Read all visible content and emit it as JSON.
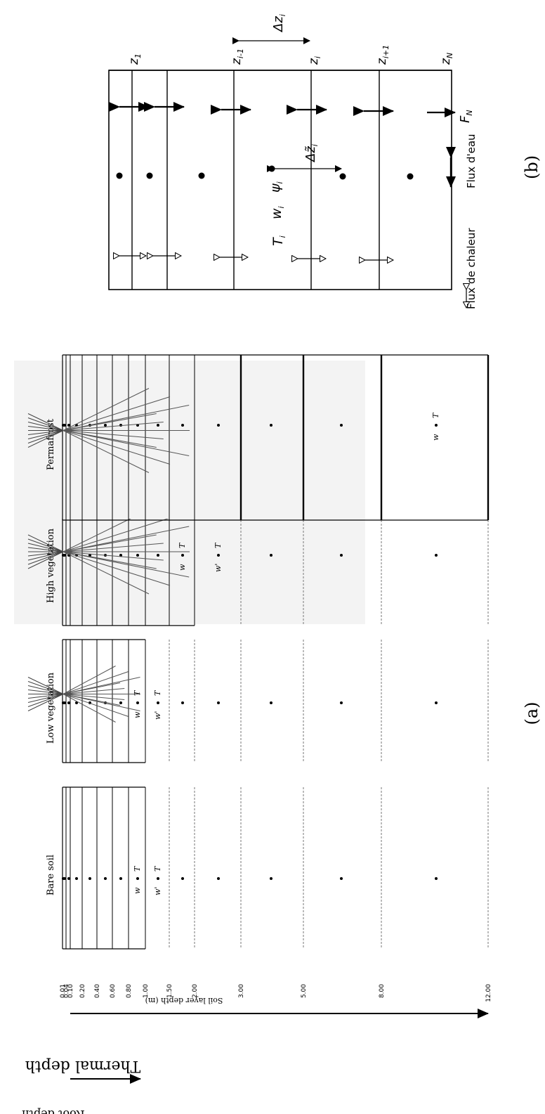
{
  "panel_a": {
    "caption": "(a)",
    "root_depth_label": "Root depth",
    "thermal_depth_label": "Thermal depth",
    "axis_title": "Soil layer depth (m)",
    "depth_ticks": [
      "0.01",
      "0.04",
      "0.10",
      "0.20",
      "0.40",
      "0.60",
      "0.80",
      "1.00",
      "1.50",
      "2.00",
      "3.00",
      "5.00",
      "8.00",
      "12.00"
    ],
    "columns": [
      {
        "name": "bare-soil",
        "label": "Bare soil",
        "tree": "none"
      },
      {
        "name": "low-vegetation",
        "label": "Low vegetation",
        "tree": "small"
      },
      {
        "name": "high-vegetation",
        "label": "High vegetation",
        "tree": "large"
      },
      {
        "name": "permafrost",
        "label": "Permafrost",
        "tree": "large"
      }
    ],
    "layer_labels": {
      "w_label": "w",
      "t_label": "T",
      "wp_label": "w'"
    }
  },
  "panel_b": {
    "caption": "(b)",
    "interface_labels": [
      "z",
      "z",
      "z",
      "z",
      "z"
    ],
    "interface_subscripts": [
      "1",
      "i-1",
      "i",
      "i+1",
      "N"
    ],
    "delta_z": "Δz",
    "delta_z_sub": "i",
    "delta_z_tilde": "Δz̃",
    "delta_z_tilde_sub": "i",
    "flux_label": "F",
    "flux_sub": "N",
    "var_t": "T",
    "var_w": "w",
    "var_psi": "ψ",
    "var_sub": "i",
    "legend_heat": "Flux de chaleur",
    "legend_water": "Flux d'eau"
  }
}
